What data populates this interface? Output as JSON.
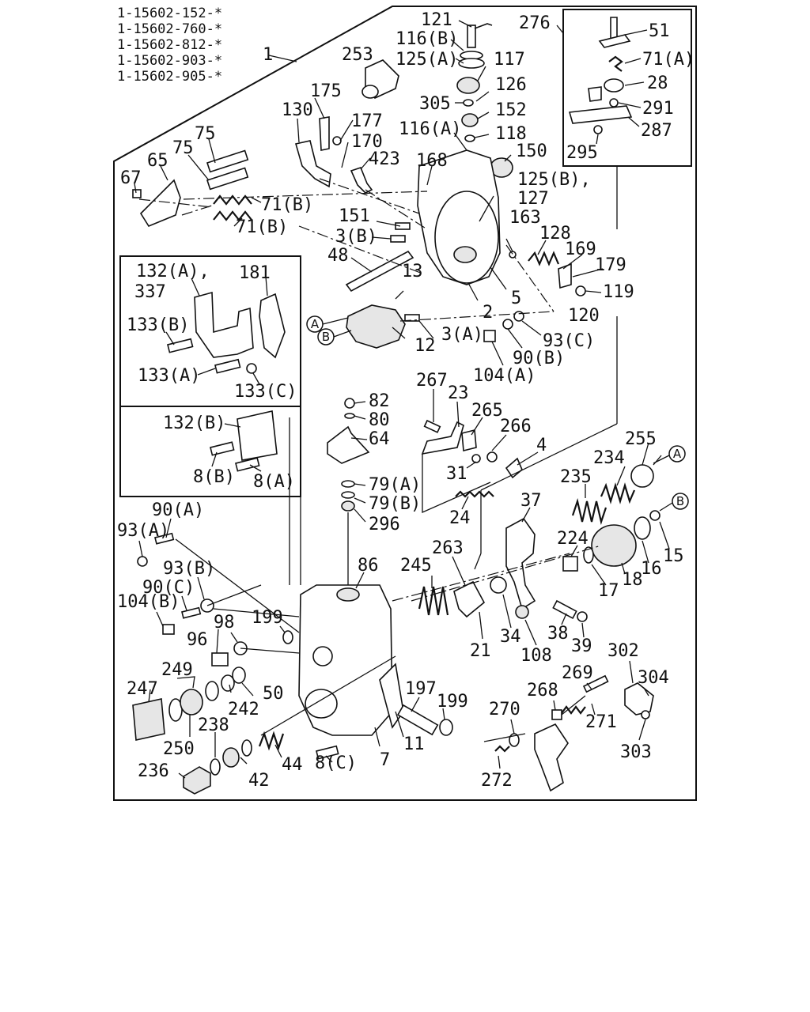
{
  "part_numbers": [
    "1-15602-152-*",
    "1-15602-760-*",
    "1-15602-812-*",
    "1-15602-903-*",
    "1-15602-905-*"
  ],
  "callouts": [
    "1",
    "253",
    "121",
    "116(B)",
    "125(A)",
    "117",
    "126",
    "305",
    "152",
    "116(A)",
    "118",
    "150",
    "168",
    "125(B),",
    "127",
    "163",
    "128",
    "169",
    "179",
    "119",
    "120",
    "276",
    "51",
    "71(A)",
    "28",
    "291",
    "287",
    "295",
    "175",
    "130",
    "177",
    "170",
    "423",
    "75",
    "75",
    "65",
    "67",
    "71(B)",
    "71(B)",
    "151",
    "3(B)",
    "48",
    "13",
    "2",
    "5",
    "3(A)",
    "12",
    "93(C)",
    "90(B)",
    "104(A)",
    "132(A),",
    "337",
    "181",
    "133(B)",
    "133(A)",
    "133(C)",
    "132(B)",
    "8(B)",
    "8(A)",
    "82",
    "80",
    "64",
    "79(A)",
    "79(B)",
    "296",
    "267",
    "23",
    "265",
    "266",
    "4",
    "31",
    "24",
    "255",
    "234",
    "235",
    "37",
    "224",
    "15",
    "16",
    "18",
    "17",
    "263",
    "245",
    "21",
    "34",
    "108",
    "38",
    "39",
    "90(A)",
    "93(A)",
    "93(B)",
    "90(C)",
    "104(B)",
    "98",
    "96",
    "199",
    "86",
    "249",
    "247",
    "50",
    "242",
    "238",
    "250",
    "236",
    "42",
    "44",
    "7",
    "8(C)",
    "11",
    "197",
    "199",
    "302",
    "304",
    "269",
    "268",
    "270",
    "271",
    "272",
    "303"
  ],
  "markers": [
    "A",
    "B",
    "A",
    "B"
  ]
}
